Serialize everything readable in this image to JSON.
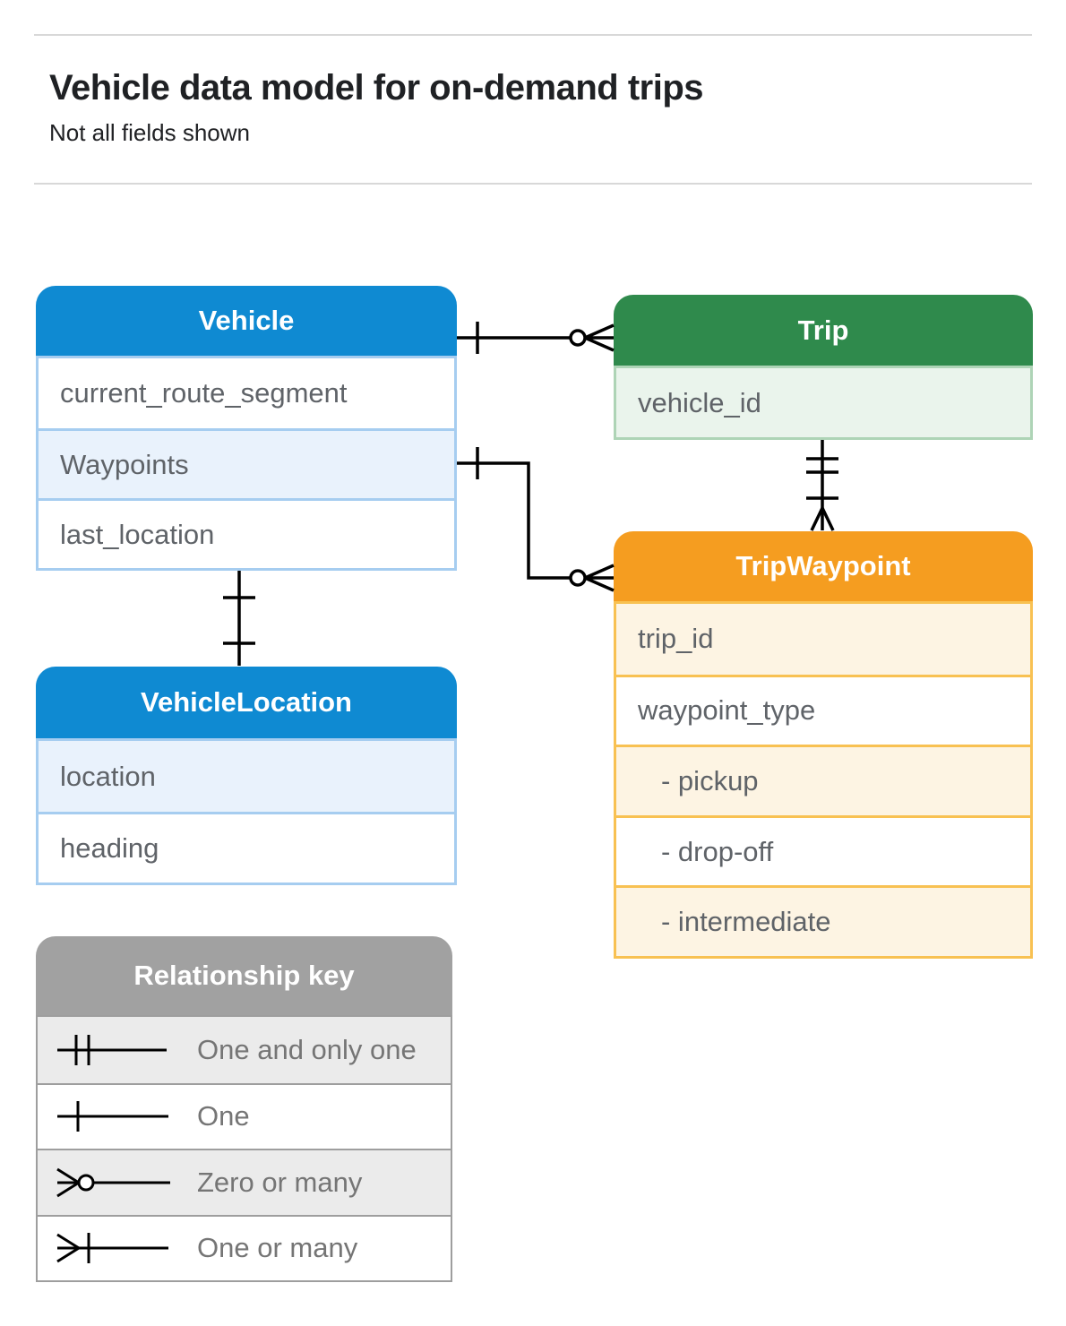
{
  "header": {
    "title": "Vehicle data model for on-demand trips",
    "subtitle": "Not all fields shown"
  },
  "entities": {
    "vehicle": {
      "title": "Vehicle",
      "fields": [
        "current_route_segment",
        "Waypoints",
        "last_location"
      ]
    },
    "trip": {
      "title": "Trip",
      "fields": [
        "vehicle_id"
      ]
    },
    "trip_waypoint": {
      "title": "TripWaypoint",
      "fields": [
        "trip_id",
        "waypoint_type",
        "- pickup",
        "- drop-off",
        "- intermediate"
      ]
    },
    "vehicle_location": {
      "title": "VehicleLocation",
      "fields": [
        "location",
        "heading"
      ]
    }
  },
  "relationship_key": {
    "title": "Relationship key",
    "rows": [
      {
        "symbol": "one-and-only-one",
        "label": "One and only one"
      },
      {
        "symbol": "one",
        "label": "One"
      },
      {
        "symbol": "zero-or-many",
        "label": "Zero or many"
      },
      {
        "symbol": "one-or-many",
        "label": "One or many"
      }
    ]
  },
  "relationships": [
    {
      "from": "Vehicle",
      "to": "Trip",
      "from_cardinality": "one",
      "to_cardinality": "zero-or-many"
    },
    {
      "from": "Trip",
      "to": "TripWaypoint",
      "from_cardinality": "one-and-only-one",
      "to_cardinality": "one-or-many"
    },
    {
      "from": "Vehicle.Waypoints",
      "to": "TripWaypoint",
      "from_cardinality": "one",
      "to_cardinality": "zero-or-many"
    },
    {
      "from": "Vehicle",
      "to": "VehicleLocation",
      "from_cardinality": "one",
      "to_cardinality": "one"
    }
  ],
  "colors": {
    "blue": "#0f8ad2",
    "blue_light": "#e9f2fc",
    "blue_border": "#a6cdf0",
    "green": "#2f8a4c",
    "green_light": "#eaf4ec",
    "green_border": "#aed4b6",
    "orange": "#f59d20",
    "orange_light": "#fdf4e3",
    "orange_border": "#f8c152",
    "gray": "#a1a1a1",
    "gray_light": "#ebebeb",
    "gray_border": "#9e9e9e",
    "field_text": "#5f6368",
    "key_text": "#757575",
    "title_text": "#202124",
    "connector_line": "#000000",
    "divider": "#d8d8d8"
  }
}
